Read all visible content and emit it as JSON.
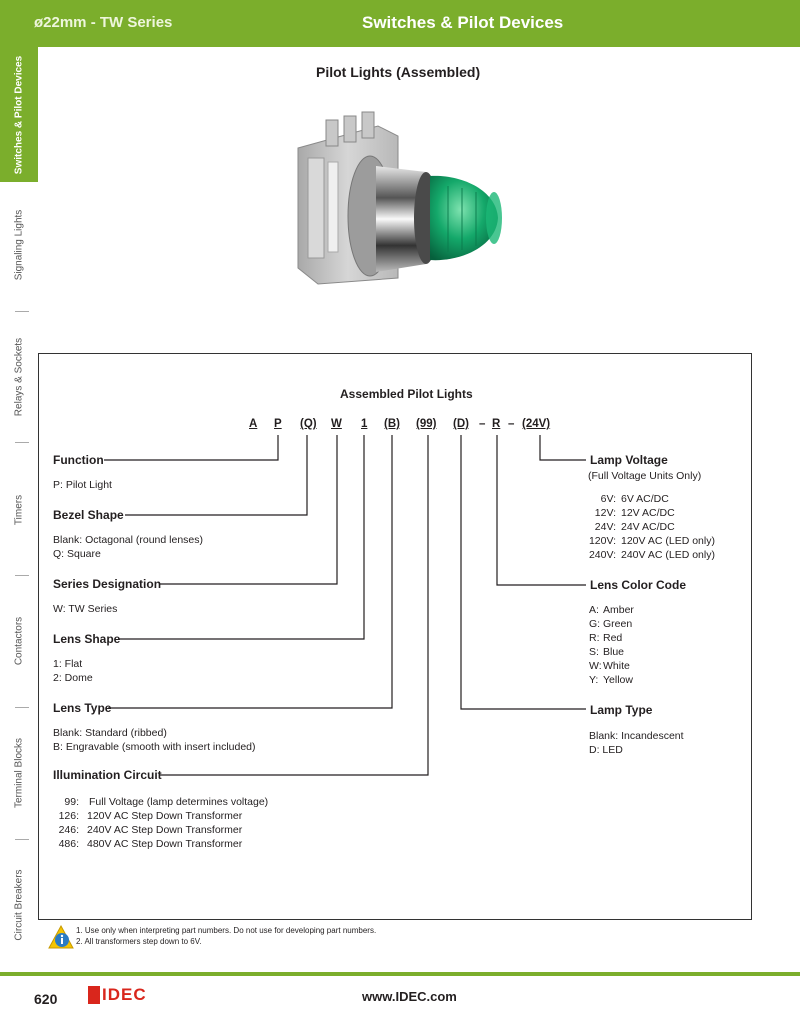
{
  "header": {
    "series": "ø22mm - TW Series",
    "section": "Switches & Pilot Devices"
  },
  "sidebar": {
    "items": [
      {
        "label": "Switches & Pilot Devices",
        "active": true
      },
      {
        "label": "Signaling Lights"
      },
      {
        "label": "Relays & Sockets"
      },
      {
        "label": "Timers"
      },
      {
        "label": "Contactors"
      },
      {
        "label": "Terminal Blocks"
      },
      {
        "label": "Circuit Breakers"
      }
    ]
  },
  "product": {
    "title": "Pilot Lights (Assembled)"
  },
  "diagram": {
    "title": "Assembled Pilot Lights",
    "code": [
      "A",
      "P",
      "(Q)",
      "W",
      "1",
      "(B)",
      "(99)",
      "(D)",
      "–",
      "R",
      "–",
      "(24V)"
    ],
    "function": {
      "label": "Function",
      "items": [
        "P: Pilot Light"
      ]
    },
    "bezel": {
      "label": "Bezel Shape",
      "items": [
        "Blank: Octagonal (round lenses)",
        "Q: Square"
      ]
    },
    "series": {
      "label": "Series Designation",
      "items": [
        "W: TW Series"
      ]
    },
    "lens_shape": {
      "label": "Lens Shape",
      "items": [
        "1: Flat",
        "2: Dome"
      ]
    },
    "lens_type": {
      "label": "Lens Type",
      "items": [
        "Blank: Standard (ribbed)",
        "B: Engravable (smooth with insert included)"
      ]
    },
    "illumination": {
      "label": "Illumination Circuit",
      "codes": [
        "99:",
        "126:",
        "246:",
        "486:"
      ],
      "values": [
        "Full Voltage (lamp determines voltage)",
        "120V AC Step Down Transformer",
        "240V AC Step Down Transformer",
        "480V AC Step Down Transformer"
      ]
    },
    "lamp_voltage": {
      "label": "Lamp Voltage",
      "sub": "(Full Voltage Units Only)",
      "codes": [
        "6V:",
        "12V:",
        "24V:",
        "120V:",
        "240V:"
      ],
      "values": [
        "6V AC/DC",
        "12V AC/DC",
        "24V AC/DC",
        "120V AC (LED only)",
        "240V AC (LED only)"
      ]
    },
    "lens_color": {
      "label": "Lens Color Code",
      "codes": [
        "A:",
        "G:",
        "R:",
        "S:",
        "W:",
        "Y:"
      ],
      "values": [
        "Amber",
        "Green",
        "Red",
        "Blue",
        "White",
        "Yellow"
      ]
    },
    "lamp_type": {
      "label": "Lamp Type",
      "items": [
        "Blank: Incandescent",
        "D: LED"
      ]
    }
  },
  "notes": [
    "1.  Use only when interpreting part numbers. Do not use for developing part numbers.",
    "2.  All transformers step down to 6V."
  ],
  "footer": {
    "page": "620",
    "logo": "IDEC",
    "url": "www.IDEC.com"
  }
}
